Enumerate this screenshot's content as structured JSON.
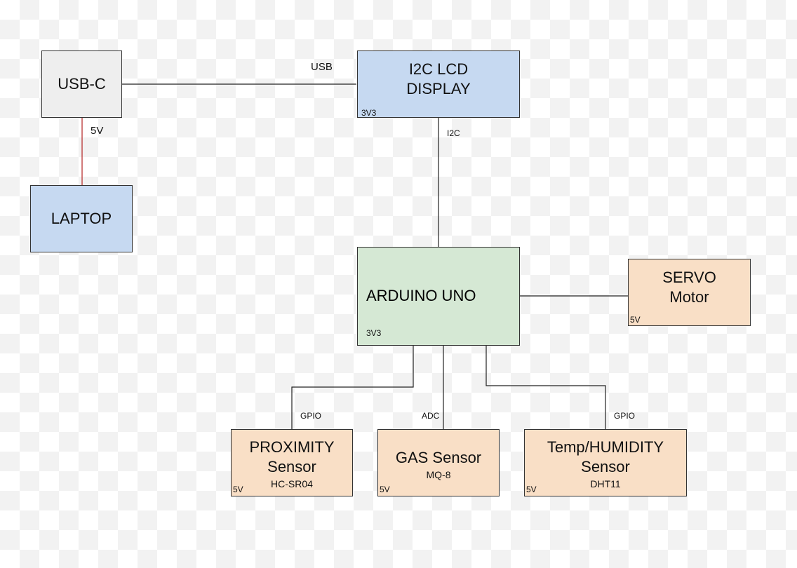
{
  "nodes": {
    "usbc": {
      "title": "USB-C"
    },
    "laptop": {
      "title": "LAPTOP"
    },
    "lcd": {
      "line1": "I2C LCD",
      "line2": "DISPLAY",
      "power": "3V3"
    },
    "arduino": {
      "title": "ARDUINO UNO",
      "power": "3V3"
    },
    "servo": {
      "line1": "SERVO",
      "line2": "Motor",
      "power": "5V"
    },
    "proximity": {
      "line1": "PROXIMITY",
      "line2": "Sensor",
      "model": "HC-SR04",
      "power": "5V"
    },
    "gas": {
      "line1": "GAS Sensor",
      "model": "MQ-8",
      "power": "5V"
    },
    "temp": {
      "line1": "Temp/HUMIDITY",
      "line2": "Sensor",
      "model": "DHT11",
      "power": "5V"
    }
  },
  "links": {
    "usb": "USB",
    "power_5v": "5V",
    "i2c": "I2C",
    "gpio_proximity": "GPIO",
    "adc_gas": "ADC",
    "gpio_temp": "GPIO"
  },
  "colors": {
    "power_line": "#b22222",
    "signal_line": "#222222"
  }
}
